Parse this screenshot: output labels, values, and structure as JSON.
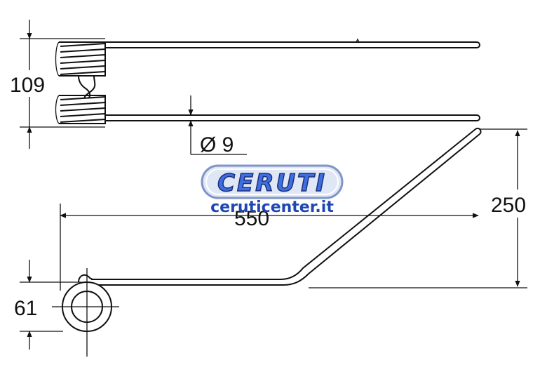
{
  "dimensions": {
    "height_top": "109",
    "wire_diameter": "Ø 9",
    "length": "550",
    "height_right": "250",
    "coil_offset": "61"
  },
  "watermark": {
    "brand": "CERUTI",
    "url": "ceruticenter.it"
  },
  "colors": {
    "line": "#111111",
    "brand_blue": "#2b4fb3",
    "brand_fill": "#3d6fe0",
    "url_blue": "#1f47b4"
  }
}
